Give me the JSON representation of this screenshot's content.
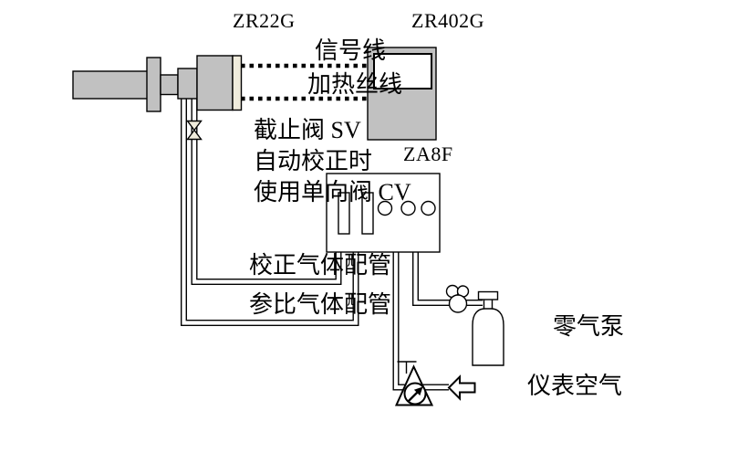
{
  "title_labels": {
    "probe": "ZR22G",
    "converter": "ZR402G",
    "flow_unit": "ZA8F"
  },
  "wiring_labels": {
    "signal_line": "信号线",
    "heater_line": "加热丝线"
  },
  "valve_labels": {
    "stop_valve": "截止阀 SV",
    "auto_cal_line1": "自动校正时",
    "auto_cal_line2": "使用单向阀 CV"
  },
  "piping_labels": {
    "calibration_gas": "校正气体配管",
    "reference_gas": "参比气体配管"
  },
  "equipment_labels": {
    "zero_gas_pump": "零气泵",
    "instrument_air": "仪表空气"
  },
  "colors": {
    "device_fill": "#c1c1c1",
    "cap_fill": "#f0ecdc",
    "line": "#000000",
    "background": "#ffffff"
  }
}
